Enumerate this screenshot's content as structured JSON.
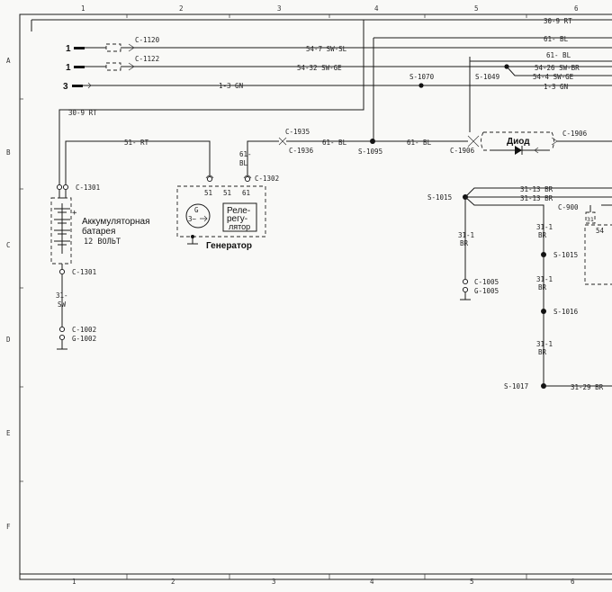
{
  "grid": {
    "columns": [
      "1",
      "2",
      "3",
      "4",
      "5",
      "6"
    ],
    "rows": [
      "A",
      "B",
      "C",
      "D",
      "E",
      "F"
    ]
  },
  "inputs": {
    "in1": "1",
    "in2": "1",
    "in3": "3"
  },
  "connectors": {
    "c1120": "C-1120",
    "c1122": "C-1122",
    "c1935": "C-1935",
    "c1936": "C-1936",
    "c1906a": "C-1906",
    "c1906b": "C-1906",
    "c1301a": "C-1301",
    "c1301b": "C-1301",
    "c1302": "C-1302",
    "c900": "C-900",
    "c1005": "C-1005",
    "g1005": "G-1005",
    "c1002": "C-1002",
    "g1002": "G-1002"
  },
  "splices": {
    "s1070": "S-1070",
    "s1049": "S-1049",
    "s1095": "S-1095",
    "s1015a": "S-1015",
    "s1015b": "S-1015",
    "s1016": "S-1016",
    "s1017": "S-1017"
  },
  "wires": {
    "w_30_9_top": "30-9 RT",
    "w_61_bl_top": "61- BL",
    "w_54_7": "54-7 SW-SL",
    "w_54_32": "54-32 SW-GE",
    "w_54_26": "54-26 SW-BR",
    "w_54_4": "54-4 SW-GE",
    "w_1_3_left": "1-3 GN",
    "w_1_3_right": "1-3 GN",
    "w_61_bl_mid": "61- BL",
    "w_30_9_left": "30-9 RT",
    "w_51_rt": "51- RT",
    "w_61_bl_a": "61- BL",
    "w_61_bl_b": "61- BL",
    "w_61_vert_a": "61-",
    "w_61_vert_b": "BL",
    "w_31_13_a": "31-13 BR",
    "w_31_13_b": "31-13 BR",
    "w_31_1_a1": "31-1",
    "w_31_1_a2": "BR",
    "w_31_1_b1": "31-1",
    "w_31_1_b2": "BR",
    "w_31_1_c1": "31-1",
    "w_31_1_c2": "BR",
    "w_31_1_d1": "31-1",
    "w_31_1_d2": "BR",
    "w_31_sw1": "31-",
    "w_31_sw2": "SW",
    "w_31_29": "31-29 BR",
    "w_54": "54"
  },
  "components": {
    "battery_line1": "Аккумуляторная",
    "battery_line2": "батарея",
    "battery_line3": "12 ВОЛЬТ",
    "generator": "Генератор",
    "regulator_line1": "Реле-",
    "regulator_line2": "регу-",
    "regulator_line3": "лятор",
    "diode": "Диод",
    "gen_pin1": "51",
    "gen_pin2": "51",
    "gen_pin3": "61",
    "gen_symbol": "G",
    "gen_symbol2": "3~",
    "c900_pin": "31"
  }
}
